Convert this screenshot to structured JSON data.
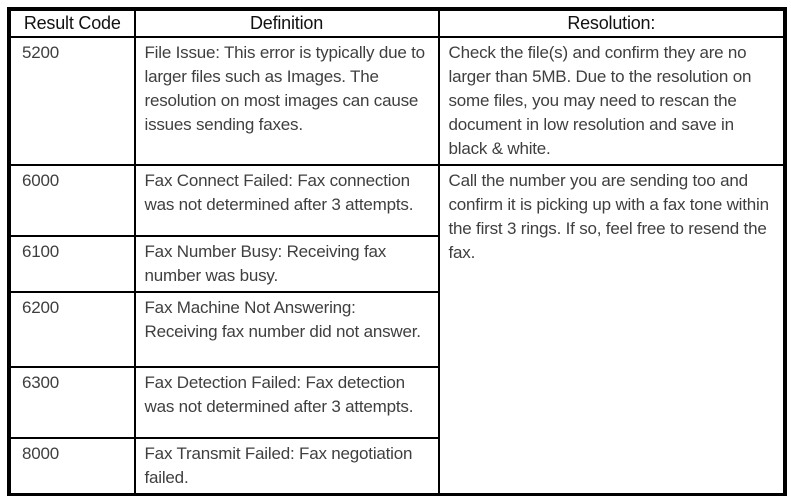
{
  "table": {
    "headers": {
      "code": "Result Code",
      "definition": "Definition",
      "resolution": "Resolution:"
    },
    "rows": [
      {
        "code": "5200",
        "definition": "File Issue: This error is typically due to larger files such as Images. The resolution on most images can cause issues sending faxes.",
        "resolution": "Check the file(s) and confirm they are no larger than 5MB. Due to the resolution on some files, you may need to rescan the document in low resolution and save in black & white.",
        "resolution_rowspan": 1
      },
      {
        "code": "6000",
        "definition": "Fax Connect Failed: Fax connection was not determined after 3 attempts.",
        "resolution": "Call the number you are sending too and confirm it is picking up with a fax tone within the first 3 rings. If so, feel free to resend the fax.",
        "resolution_rowspan": 5
      },
      {
        "code": "6100",
        "definition": "Fax Number Busy: Receiving fax number was busy."
      },
      {
        "code": "6200",
        "definition": "Fax Machine Not Answering: Receiving fax number did not answer."
      },
      {
        "code": "6300",
        "definition": "Fax Detection Failed: Fax detection was not determined after 3 attempts."
      },
      {
        "code": "8000",
        "definition": "Fax Transmit Failed: Fax negotiation failed."
      }
    ],
    "colors": {
      "border": "#000000",
      "background": "#ffffff",
      "header_text": "#111111",
      "body_text": "#3f3f3f"
    }
  }
}
